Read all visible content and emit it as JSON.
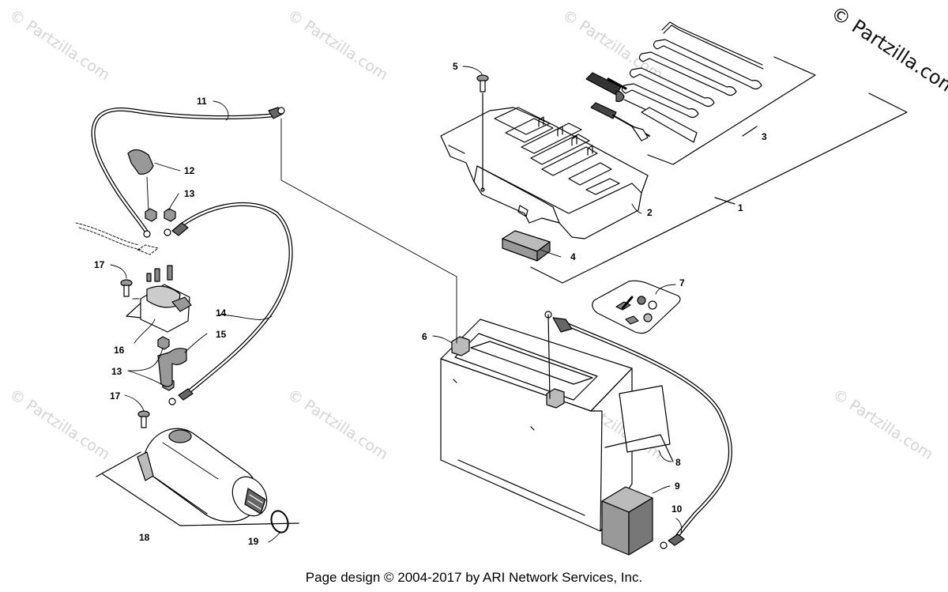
{
  "watermark_text": "© Partzilla.com",
  "corner_watermark": "© Partzilla.com",
  "callouts": {
    "c1": "1",
    "c2": "2",
    "c3": "3",
    "c4": "4",
    "c5": "5",
    "c6": "6",
    "c7": "7",
    "c8": "8",
    "c9": "9",
    "c10": "10",
    "c11": "11",
    "c12": "12",
    "c13a": "13",
    "c13b": "13",
    "c14": "14",
    "c15": "15",
    "c16": "16",
    "c17a": "17",
    "c17b": "17",
    "c18": "18",
    "c19": "19"
  },
  "footer": "Page design © 2004-2017 by ARI Network Services, Inc."
}
